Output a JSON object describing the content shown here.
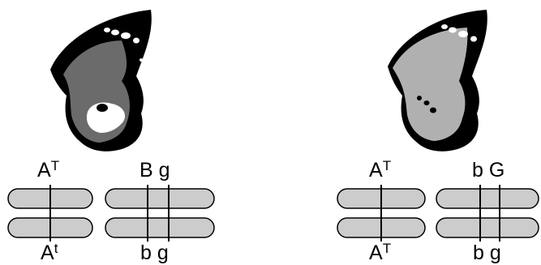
{
  "colors": {
    "wing_border": "#000000",
    "wing_dark_fill": "#6b6b6b",
    "wing_light_fill": "#b0b0b0",
    "wing_spot": "#ffffff",
    "chromosome_fill": "#cccccc",
    "chromosome_stroke": "#000000",
    "text": "#000000"
  },
  "panels": [
    {
      "wing": {
        "pattern": "dark wing with large white patch and central black spot",
        "icon": "butterfly-wing-dark-icon"
      },
      "top_labels": {
        "a_base": "A",
        "a_sup": "T",
        "pair2": "B g"
      },
      "bottom_labels": {
        "a_base": "A",
        "a_sup": "t",
        "pair2": "b g"
      }
    },
    {
      "wing": {
        "pattern": "light gray wing with small black spots",
        "icon": "butterfly-wing-light-icon"
      },
      "top_labels": {
        "a_base": "A",
        "a_sup": "T",
        "pair2": "b G"
      },
      "bottom_labels": {
        "a_base": "A",
        "a_sup": "T",
        "pair2": "b g"
      }
    }
  ]
}
